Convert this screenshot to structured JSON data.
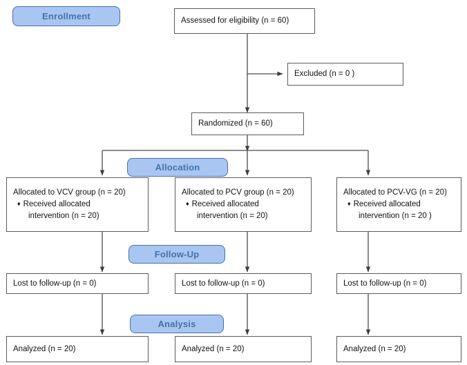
{
  "diagram": {
    "type": "consort-flow-diagram",
    "colors": {
      "stage_fill": "#a9c6f2",
      "stage_border": "#4a6fa8",
      "stage_text": "#4472a8",
      "box_border": "#5a5a5a",
      "box_fill": "#ffffff",
      "connector": "#4a4a4a",
      "background": "#ffffff"
    },
    "stages": [
      {
        "id": "enrollment",
        "label": "Enrollment"
      },
      {
        "id": "allocation",
        "label": "Allocation"
      },
      {
        "id": "followup",
        "label": "Follow-Up"
      },
      {
        "id": "analysis",
        "label": "Analysis"
      }
    ],
    "enrollment": {
      "assessed": "Assessed for eligibility (n = 60)",
      "excluded": "Excluded  (n = 0 )",
      "randomized": "Randomized (n =  60)"
    },
    "arms": [
      {
        "id": "vcv",
        "allocated_title": "Allocated to VCV group (n = 20)",
        "bullet": "Received allocated",
        "bullet_cont": "intervention (n = 20)",
        "lost": "Lost to follow-up (n = 0)",
        "analyzed": "Analyzed  (n = 20)"
      },
      {
        "id": "pcv",
        "allocated_title": "Allocated to PCV group (n = 20)",
        "bullet": "Received allocated",
        "bullet_cont": "intervention (n = 20)",
        "lost": "Lost to follow-up (n = 0)",
        "analyzed": "Analyzed  (n = 20)"
      },
      {
        "id": "pcv-vg",
        "allocated_title": "Allocated to PCV-VG (n = 20)",
        "bullet": "Received allocated",
        "bullet_cont": "intervention (n = 20 )",
        "lost": "Lost to follow-up (n = 0)",
        "analyzed": "Analyzed  (n = 20)"
      }
    ],
    "bullet_glyph": "♦"
  }
}
